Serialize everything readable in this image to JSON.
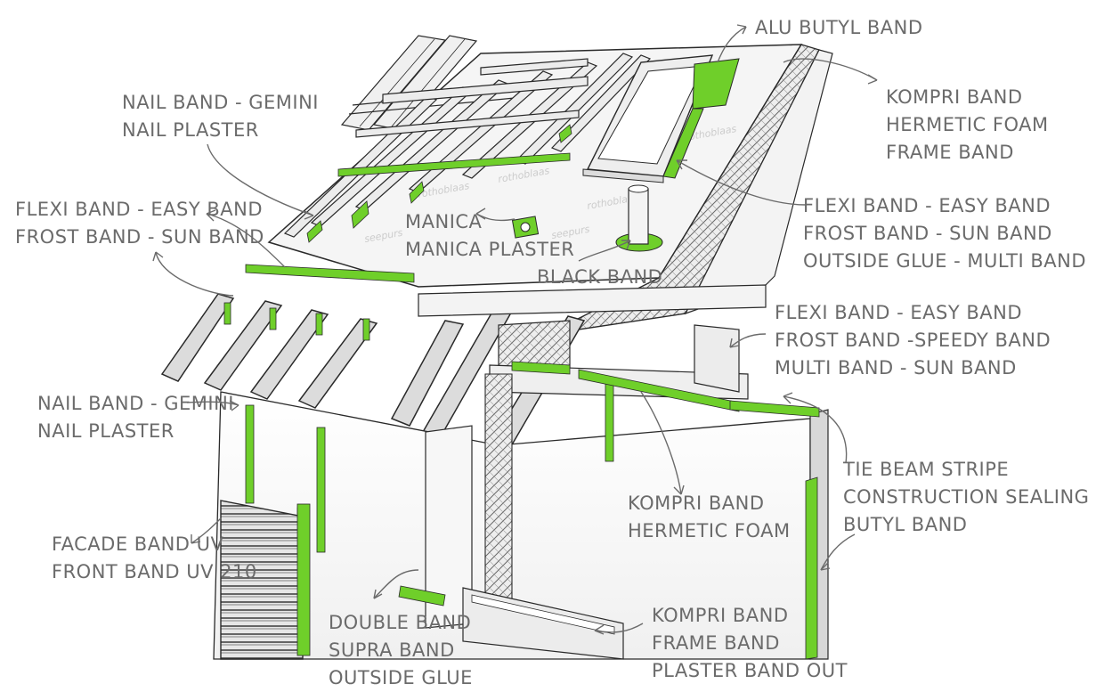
{
  "colors": {
    "accent_green": "#6fcf2a",
    "line": "#2a2a2a",
    "panel": "#f2f2f2",
    "panel_shade": "#d6d6d6",
    "label_text": "#6b6b6b",
    "membrane_text": "#c8c8c8"
  },
  "labels": {
    "alu_butyl": [
      "ALU BUTYL BAND"
    ],
    "kompri_top": [
      "KOMPRI BAND",
      "HERMETIC FOAM",
      "FRAME BAND"
    ],
    "nail_top": [
      "NAIL BAND - GEMINI",
      "NAIL PLASTER"
    ],
    "flexi_left": [
      "FLEXI BAND - EASY BAND",
      "FROST BAND - SUN BAND"
    ],
    "manica": [
      "MANICA",
      "MANICA PLASTER"
    ],
    "black_band": [
      "BLACK BAND"
    ],
    "flexi_right": [
      "FLEXI BAND - EASY BAND",
      "FROST BAND - SUN BAND",
      "OUTSIDE GLUE - MULTI BAND"
    ],
    "flexi_mid": [
      "FLEXI BAND - EASY BAND",
      "FROST BAND -SPEEDY BAND",
      "MULTI BAND - SUN BAND"
    ],
    "nail_left": [
      "NAIL BAND - GEMINI",
      "NAIL PLASTER"
    ],
    "tie_beam": [
      "TIE BEAM STRIPE",
      "CONSTRUCTION SEALING",
      "BUTYL BAND"
    ],
    "kompri_mid": [
      "KOMPRI BAND",
      "HERMETIC FOAM"
    ],
    "facade": [
      "FACADE BAND UV",
      "FRONT BAND UV 210"
    ],
    "double_band": [
      "DOUBLE BAND",
      "SUPRA BAND",
      "OUTSIDE GLUE"
    ],
    "kompri_bottom": [
      "KOMPRI BAND",
      "FRAME BAND",
      "PLASTER BAND OUT"
    ]
  }
}
